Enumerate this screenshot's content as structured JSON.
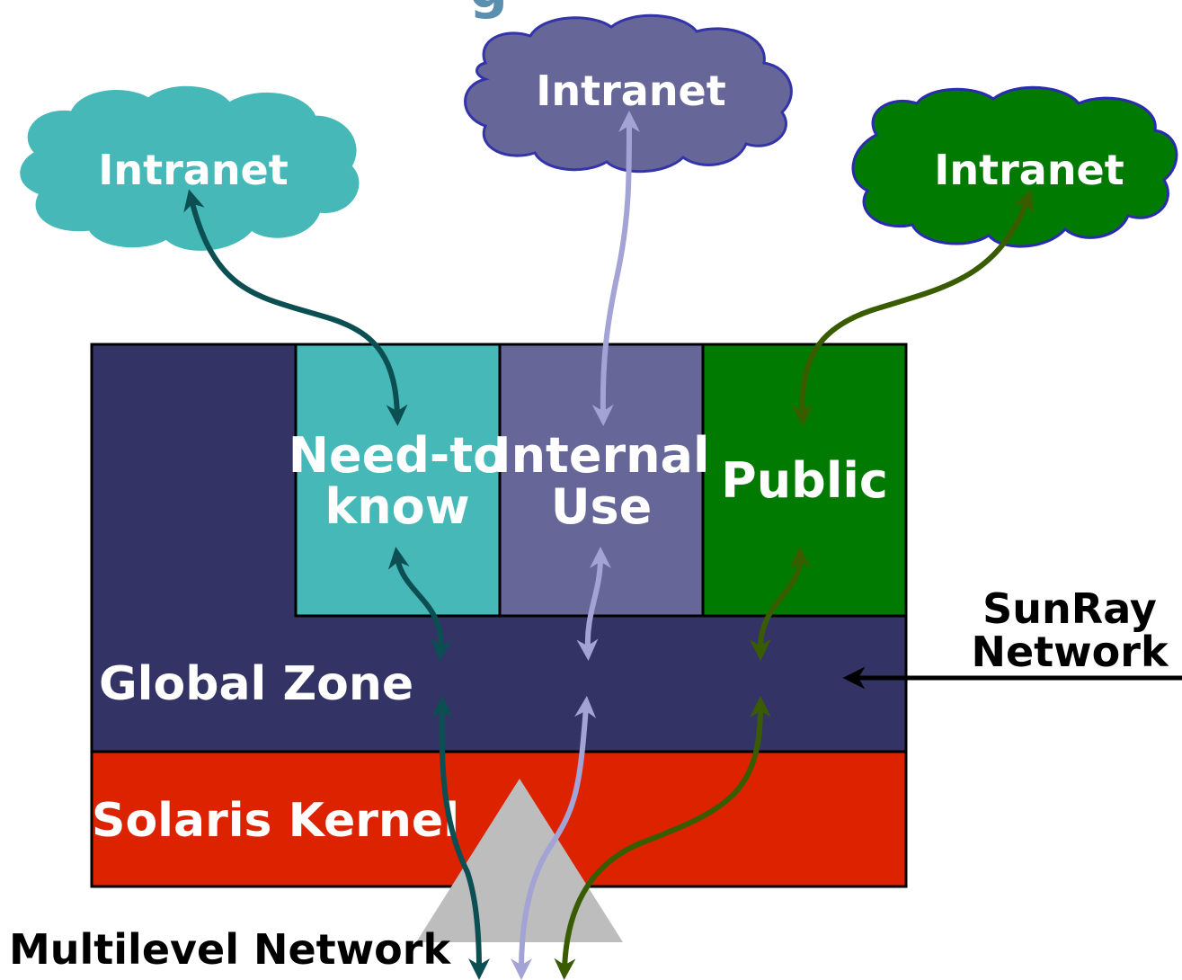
{
  "clouds": {
    "left": {
      "label": "Intranet",
      "color": "#47b8b8",
      "border": "#47b8b8"
    },
    "center": {
      "label": "Intranet",
      "color": "#666699",
      "border": "#3333aa"
    },
    "right": {
      "label": "Intranet",
      "color": "#007a00",
      "border": "#2b2bb0"
    }
  },
  "zones": {
    "need_to_know": {
      "line1": "Need-to",
      "line2": "know",
      "color": "#47b8b8"
    },
    "internal_use": {
      "line1": "Internal",
      "line2": "Use",
      "color": "#666699"
    },
    "public": {
      "label": "Public",
      "color": "#007a00"
    }
  },
  "global_zone": {
    "label": "Global Zone",
    "color": "#333366"
  },
  "solaris_kernel": {
    "label": "Solaris Kernel",
    "color": "#dd2200"
  },
  "sunray": {
    "line1": "SunRay",
    "line2": "Network"
  },
  "multilevel": {
    "label": "Multilevel Network"
  },
  "arrow_colors": {
    "need_to_know": "#0b4f52",
    "internal_use": "#a3a3d6",
    "public": "#3a5c00",
    "sunray": "#000000"
  },
  "triangle_color": "#bdbdbd",
  "title_fragment": "g"
}
